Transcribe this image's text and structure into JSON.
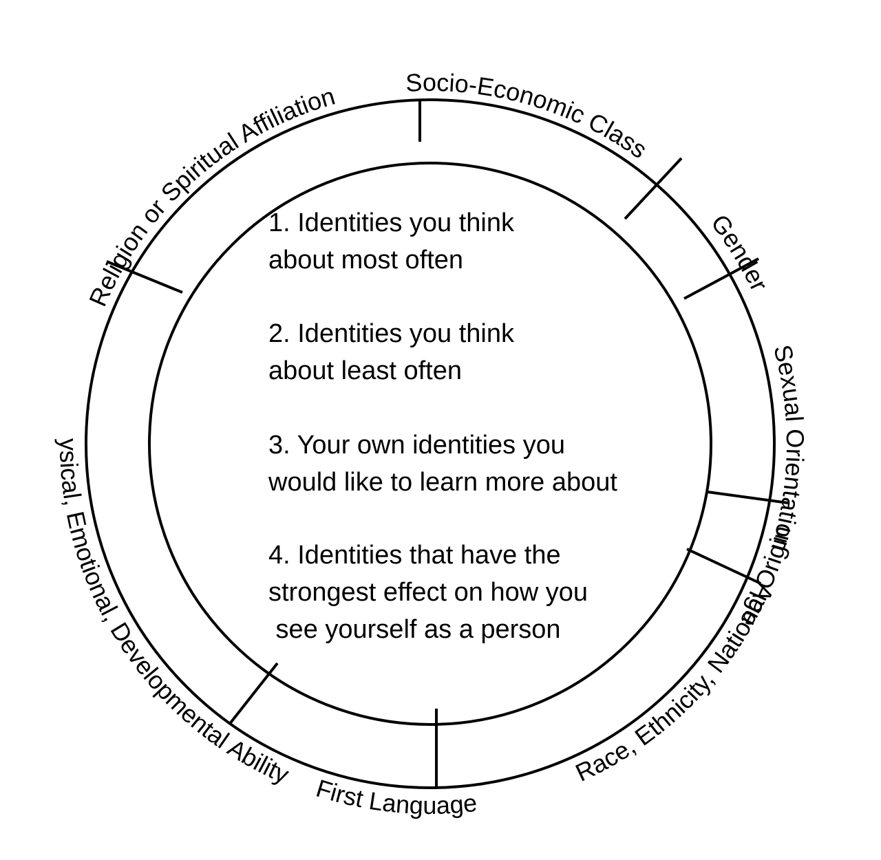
{
  "segments": [
    {
      "label": "Socio-Economic Class"
    },
    {
      "label": "Gender"
    },
    {
      "label": "Sexual Orientation"
    },
    {
      "label": "Age"
    },
    {
      "label": "Race, Ethnicity, National Origin"
    },
    {
      "label": "First Language"
    },
    {
      "label": "Physical, Emotional, Developmental Ability"
    },
    {
      "label": "Religion or Spiritual Affiliation"
    }
  ],
  "prompts": [
    {
      "lines": [
        "1. Identities you think",
        "about most often"
      ]
    },
    {
      "lines": [
        "2. Identities you think",
        "about least often"
      ]
    },
    {
      "lines": [
        "3. Your own identities you",
        "would like to learn more about"
      ]
    },
    {
      "lines": [
        "4. Identities that have the",
        "strongest effect on how you",
        " see yourself as a person"
      ]
    }
  ]
}
